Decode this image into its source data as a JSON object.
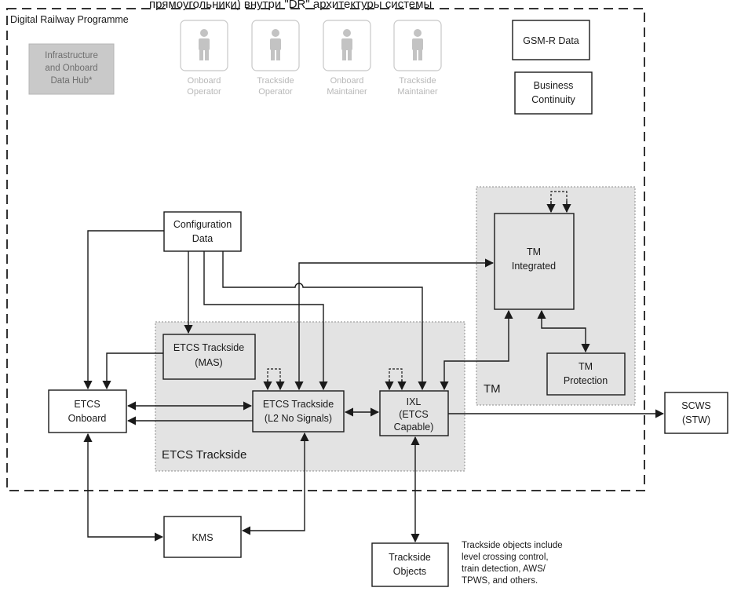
{
  "caption": "прямоугольники) внутри \"DR\" архитектуры системы",
  "frame_title": "Digital Railway Programme",
  "hub_label": [
    "Infrastructure",
    "and Onboard",
    "Data Hub*"
  ],
  "actors": [
    {
      "lines": [
        "Onboard",
        "Operator"
      ]
    },
    {
      "lines": [
        "Trackside",
        "Operator"
      ]
    },
    {
      "lines": [
        "Onboard",
        "Maintainer"
      ]
    },
    {
      "lines": [
        "Trackside",
        "Maintainer"
      ]
    }
  ],
  "gsm_r": "GSM-R Data",
  "business_continuity": [
    "Business",
    "Continuity"
  ],
  "configuration_data": [
    "Configuration",
    "Data"
  ],
  "tm_zone_label": "TM",
  "tm_integrated": [
    "TM",
    "Integrated"
  ],
  "tm_protection": [
    "TM",
    "Protection"
  ],
  "etcs_zone_label": "ETCS Trackside",
  "etcs_mas": [
    "ETCS Trackside",
    "(MAS)"
  ],
  "etcs_l2": [
    "ETCS Trackside",
    "(L2 No Signals)"
  ],
  "ixl": [
    "IXL",
    "(ETCS",
    "Capable)"
  ],
  "etcs_onboard": [
    "ETCS",
    "Onboard"
  ],
  "scws": [
    "SCWS",
    "(STW)"
  ],
  "kms": "KMS",
  "trackside_objects": [
    "Trackside",
    "Objects"
  ],
  "note": [
    "Trackside objects include",
    "level crossing control,",
    "train detection, AWS/",
    "TPWS, and others."
  ]
}
